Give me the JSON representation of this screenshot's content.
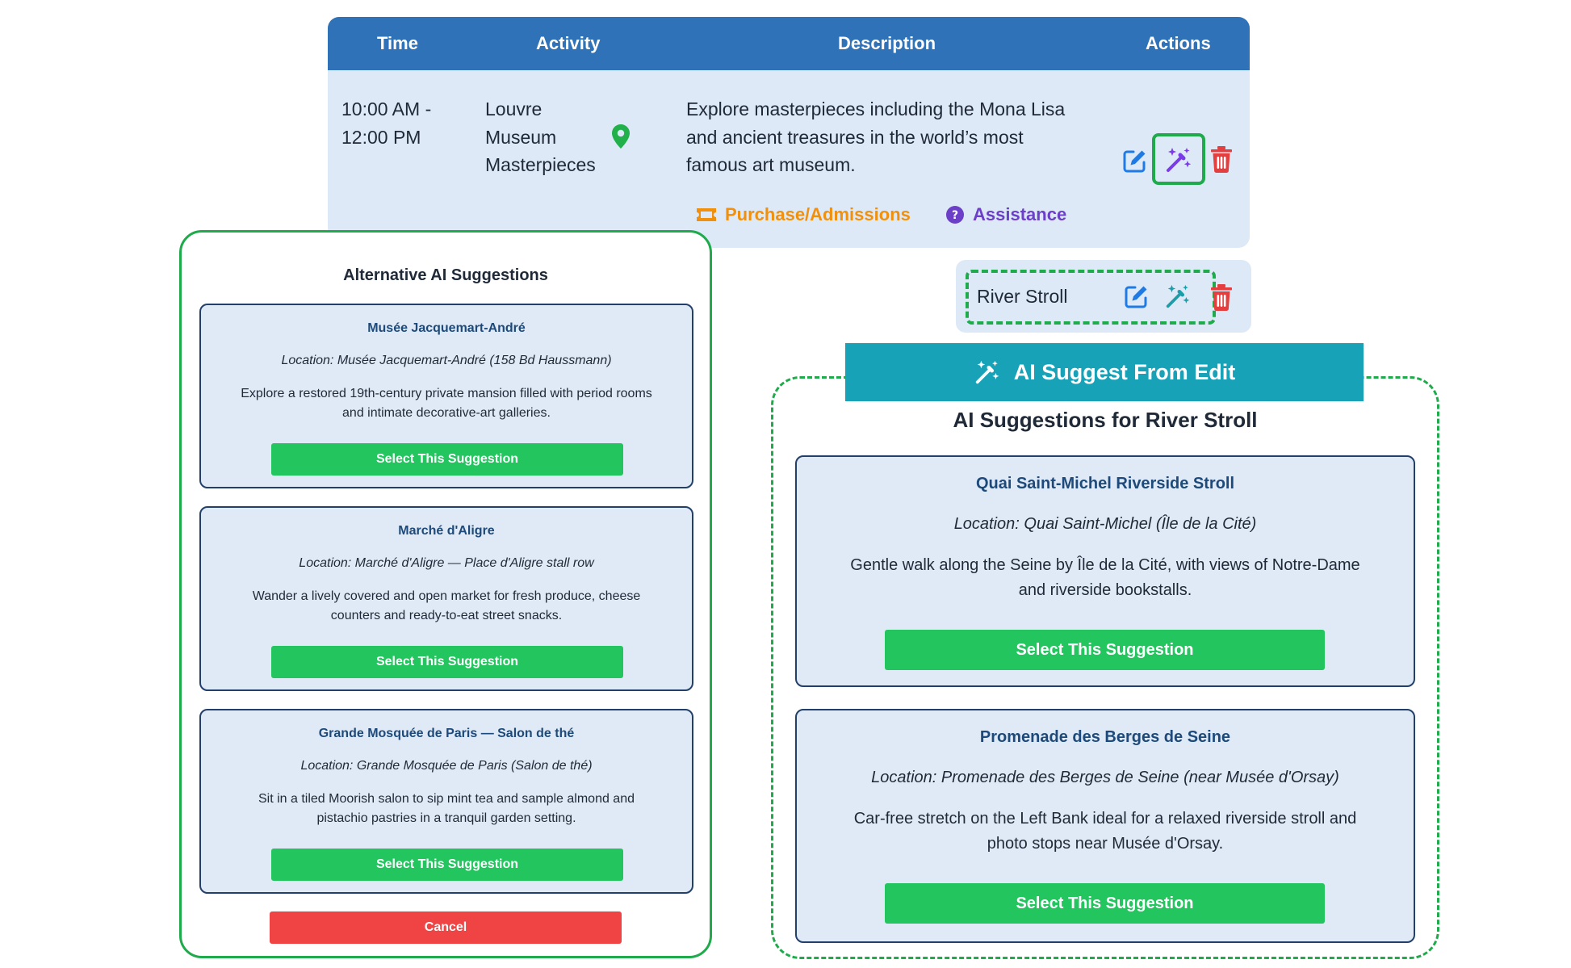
{
  "table": {
    "headers": {
      "time": "Time",
      "activity": "Activity",
      "description": "Description",
      "actions": "Actions"
    },
    "row": {
      "time_line1": "10:00 AM -",
      "time_line2": "12:00 PM",
      "activity_line1": "Louvre",
      "activity_line2": "Museum",
      "activity_line3": "Masterpieces",
      "desc_line1": "Explore masterpieces including the Mona Lisa",
      "desc_line2": "and ancient treasures in the world’s most",
      "desc_line3": "famous art museum.",
      "purchase_label": "Purchase/Admissions",
      "assistance_label": "Assistance"
    }
  },
  "left_panel": {
    "title": "Alternative AI Suggestions",
    "suggestions": [
      {
        "title": "Musée Jacquemart-André",
        "location": "Location: Musée Jacquemart-André (158 Bd Haussmann)",
        "desc_line1": "Explore a restored 19th-century private mansion filled with period rooms",
        "desc_line2": "and intimate decorative-art galleries.",
        "button": "Select This Suggestion"
      },
      {
        "title": "Marché d'Aligre",
        "location": "Location: Marché d'Aligre — Place d'Aligre stall row",
        "desc_line1": "Wander a lively covered and open market for fresh produce, cheese",
        "desc_line2": "counters and ready-to-eat street snacks.",
        "button": "Select This Suggestion"
      },
      {
        "title": "Grande Mosquée de Paris — Salon de thé",
        "location": "Location: Grande Mosquée de Paris (Salon de thé)",
        "desc_line1": "Sit in a tiled Moorish salon to sip mint tea and sample almond and",
        "desc_line2": "pistachio pastries in a tranquil garden setting.",
        "button": "Select This Suggestion"
      }
    ],
    "cancel": "Cancel"
  },
  "edit_row": {
    "value": "River Stroll"
  },
  "right_panel": {
    "banner": "AI Suggest From Edit",
    "title": "AI Suggestions for River Stroll",
    "suggestions": [
      {
        "title": "Quai Saint-Michel Riverside Stroll",
        "location": "Location: Quai Saint-Michel (Île de la Cité)",
        "desc_line1": "Gentle walk along the Seine by Île de la Cité, with views of Notre-Dame",
        "desc_line2": "and riverside bookstalls.",
        "button": "Select This Suggestion"
      },
      {
        "title": "Promenade des Berges de Seine",
        "location": "Location: Promenade des Berges de Seine (near Musée d'Orsay)",
        "desc_line1": "Car-free stretch on the Left Bank ideal for a relaxed riverside stroll and",
        "desc_line2": "photo stops near Musée d'Orsay.",
        "button": "Select This Suggestion"
      }
    ]
  },
  "colors": {
    "header_blue": "#2f72b8",
    "row_bg": "#dde9f6",
    "highlight_green": "#1faa4b",
    "select_green": "#22c55e",
    "cancel_red": "#f04444",
    "banner_teal": "#17a2b8",
    "edit_blue": "#1e7be6",
    "magic_purple": "#7c3aed",
    "trash_red": "#e53e3e",
    "purchase_orange": "#f0900d",
    "assist_purple": "#6b3fc8"
  },
  "icons": [
    "map-pin-icon",
    "edit-icon",
    "magic-wand-icon",
    "trash-icon",
    "ticket-icon",
    "question-circle-icon"
  ]
}
